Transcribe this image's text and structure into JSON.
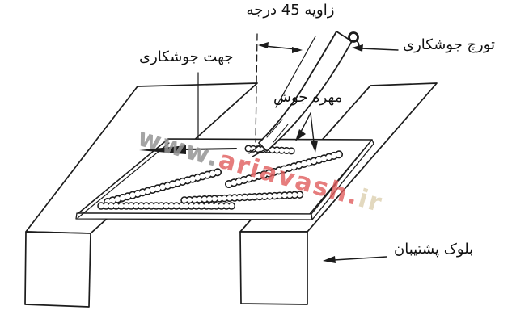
{
  "labels": {
    "angle_45": "زاویه 45 درجه",
    "welding_torch": "تورچ جوشکاری",
    "welding_direction": "جهت جوشکاری",
    "weld_bead": "مهره جوش",
    "backing_block": "بلوک پشتیبان"
  },
  "watermark": {
    "prefix": "www.",
    "name": "ariavash.",
    "suffix": "ir"
  },
  "colors": {
    "line": "#1c1c1c",
    "watermark_red": "#e05c5c",
    "watermark_gray": "#949494",
    "background": "#ffffff"
  }
}
